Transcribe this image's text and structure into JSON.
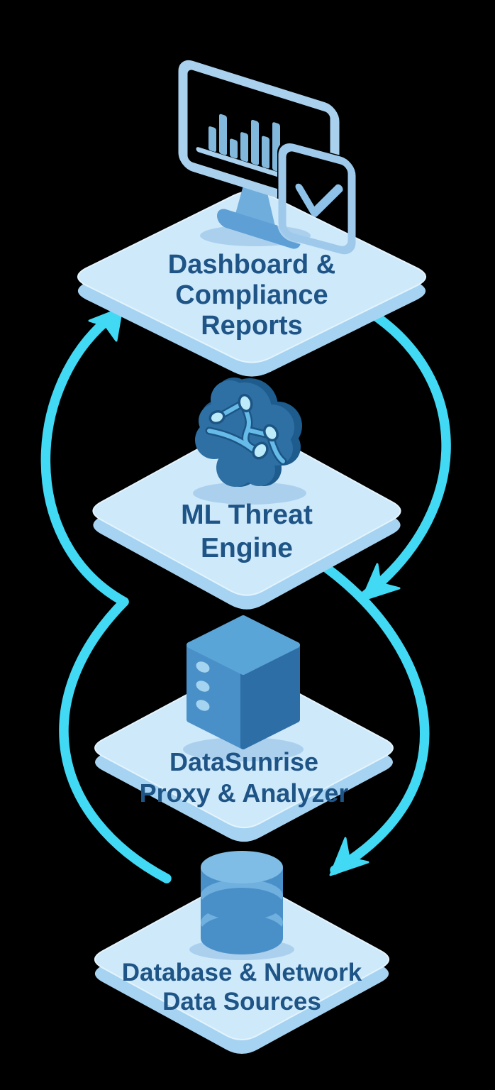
{
  "colors": {
    "background": "#000000",
    "arrow": "#41D9F4",
    "platform_top": "#CEE9FA",
    "platform_side": "#A6D3F1",
    "platform_edge": "#E4F4FD",
    "label": "#1E5486",
    "icon_light": "#A9D0EC",
    "bar_fill": "#8CC8EF",
    "stand": "#6FAEDC",
    "stand_base": "#5E9FD6",
    "tablet_stroke": "#9FC9EB",
    "check": "#8FC2E8",
    "brain": "#2E70A4",
    "brain_dark": "#1E5C8E",
    "neural": "#66BBE8",
    "neural_outline": "#1C5584",
    "node_fill": "#BDEBFA",
    "cube_top": "#5AA5D8",
    "cube_left": "#4A90C8",
    "cube_right": "#2E6EA6",
    "cube_dot": "#A5D4F1",
    "cyl_body": "#4A90C8",
    "cyl_rim": "#6FB0DF",
    "cyl_top": "#7FBCE6"
  },
  "diagram": {
    "nodes": [
      {
        "id": "dashboard-compliance-reports",
        "icon": "monitor-chart-tablet-icon",
        "label": "Dashboard &\nCompliance\nReports"
      },
      {
        "id": "ml-threat-engine",
        "icon": "brain-icon",
        "label": "ML Threat\nEngine"
      },
      {
        "id": "datasunrise-proxy-analyzer",
        "icon": "server-icon",
        "label": "DataSunrise\nProxy & Analyzer"
      },
      {
        "id": "database-network-data-sources",
        "icon": "database-icon",
        "label": "Database & Network\nData Sources"
      }
    ],
    "arrows": [
      {
        "id": "left-flow-ascending",
        "direction": "up"
      },
      {
        "id": "right-flow-upper-descending",
        "direction": "down"
      },
      {
        "id": "right-flow-lower-descending",
        "direction": "down"
      }
    ]
  }
}
